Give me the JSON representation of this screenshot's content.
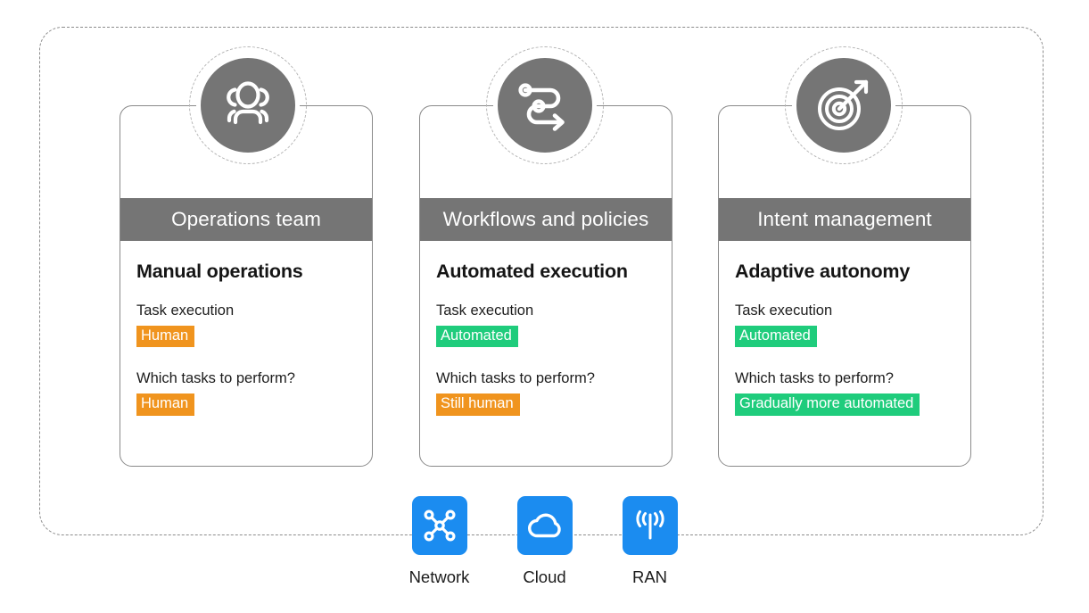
{
  "theme": {
    "frame_border": "#8c8c8c",
    "card_border": "#8a8a8a",
    "header_gray": "#757575",
    "badge_orange": "#f0941e",
    "badge_green": "#1fcc7c",
    "tech_blue": "#1b8cf0",
    "text_dark": "#1c1c1c"
  },
  "diagram": {
    "type": "maturity-stages",
    "columns": [
      {
        "icon": "people-team-icon",
        "header": "Operations team",
        "title": "Manual operations",
        "fields": [
          {
            "label": "Task execution",
            "value": "Human",
            "tone": "orange"
          },
          {
            "label": "Which tasks to perform?",
            "value": "Human",
            "tone": "orange"
          }
        ]
      },
      {
        "icon": "workflow-route-icon",
        "header": "Workflows and policies",
        "title": "Automated execution",
        "fields": [
          {
            "label": "Task execution",
            "value": "Automated",
            "tone": "green"
          },
          {
            "label": "Which tasks to perform?",
            "value": "Still human",
            "tone": "orange"
          }
        ]
      },
      {
        "icon": "target-arrow-icon",
        "header": "Intent management",
        "title": "Adaptive autonomy",
        "fields": [
          {
            "label": "Task execution",
            "value": "Automated",
            "tone": "green"
          },
          {
            "label": "Which tasks to perform?",
            "value": "Gradually more automated",
            "tone": "green"
          }
        ]
      }
    ],
    "domains": [
      {
        "icon": "network-nodes-icon",
        "label": "Network"
      },
      {
        "icon": "cloud-icon",
        "label": "Cloud"
      },
      {
        "icon": "ran-antenna-icon",
        "label": "RAN"
      }
    ]
  }
}
